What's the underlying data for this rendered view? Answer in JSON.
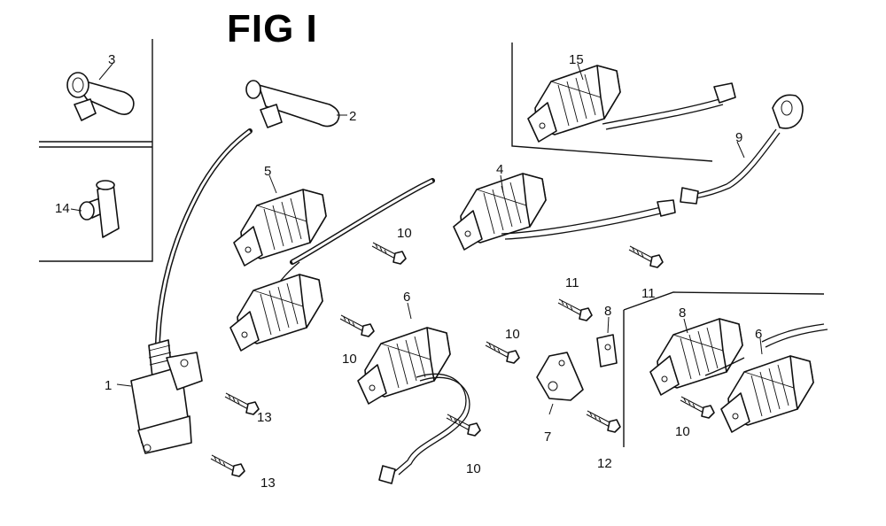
{
  "figure": {
    "title": "FIG I"
  },
  "callouts": [
    {
      "id": "c1",
      "text": "1"
    },
    {
      "id": "c2",
      "text": "2"
    },
    {
      "id": "c3",
      "text": "3"
    },
    {
      "id": "c4",
      "text": "4"
    },
    {
      "id": "c5",
      "text": "5"
    },
    {
      "id": "c6a",
      "text": "6"
    },
    {
      "id": "c6b",
      "text": "6"
    },
    {
      "id": "c7",
      "text": "7"
    },
    {
      "id": "c8a",
      "text": "8"
    },
    {
      "id": "c8b",
      "text": "8"
    },
    {
      "id": "c9",
      "text": "9"
    },
    {
      "id": "c10a",
      "text": "10"
    },
    {
      "id": "c10b",
      "text": "10"
    },
    {
      "id": "c10c",
      "text": "10"
    },
    {
      "id": "c10d",
      "text": "10"
    },
    {
      "id": "c10e",
      "text": "10"
    },
    {
      "id": "c11a",
      "text": "11"
    },
    {
      "id": "c11b",
      "text": "11"
    },
    {
      "id": "c12",
      "text": "12"
    },
    {
      "id": "c13a",
      "text": "13"
    },
    {
      "id": "c13b",
      "text": "13"
    },
    {
      "id": "c14",
      "text": "14"
    },
    {
      "id": "c15",
      "text": "15"
    }
  ]
}
